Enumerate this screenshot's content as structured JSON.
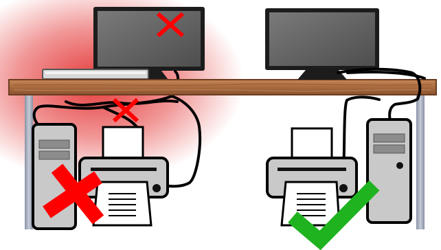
{
  "illustration": {
    "left_setup": {
      "status": "incorrect",
      "cross_marks": 3
    },
    "right_setup": {
      "status": "correct",
      "check_marks": 1
    },
    "icons": {
      "wrong": "cross-mark-icon",
      "right": "check-mark-icon",
      "tower": "pc-tower-icon",
      "printer": "printer-icon",
      "monitor": "monitor-icon",
      "keyboard": "keyboard-icon"
    },
    "colors": {
      "wrong_mark": "#ff0000",
      "wrong_glow": "#e01818",
      "right_mark": "#1fb31f",
      "desk_wood": "#a86a3f",
      "device_body": "#c9c9c9",
      "screen": "#6b6b6b",
      "cable": "#000000"
    }
  }
}
